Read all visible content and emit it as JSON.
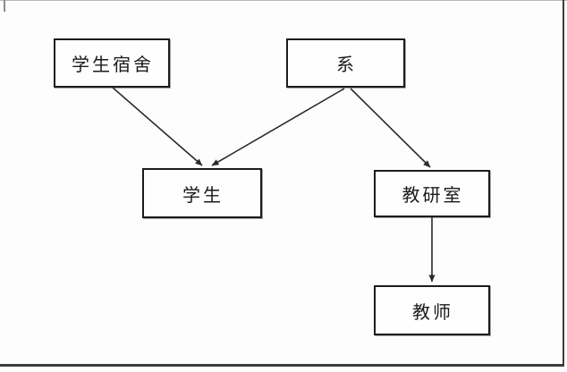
{
  "diagram": {
    "type": "hierarchy-diagram",
    "nodes": [
      {
        "id": "dorm",
        "label": "学生宿舍"
      },
      {
        "id": "department",
        "label": "系"
      },
      {
        "id": "student",
        "label": "学生"
      },
      {
        "id": "research_office",
        "label": "教研室"
      },
      {
        "id": "teacher",
        "label": "教师"
      }
    ],
    "edges": [
      {
        "from": "学生宿舍",
        "to": "学生"
      },
      {
        "from": "系",
        "to": "学生"
      },
      {
        "from": "系",
        "to": "教研室"
      },
      {
        "from": "教研室",
        "to": "教师"
      }
    ],
    "colors": {
      "line": "#2b2b2b",
      "box_border": "#1c1c1c",
      "background": "#fdfdfd",
      "frame": "#3d3d3d"
    }
  }
}
